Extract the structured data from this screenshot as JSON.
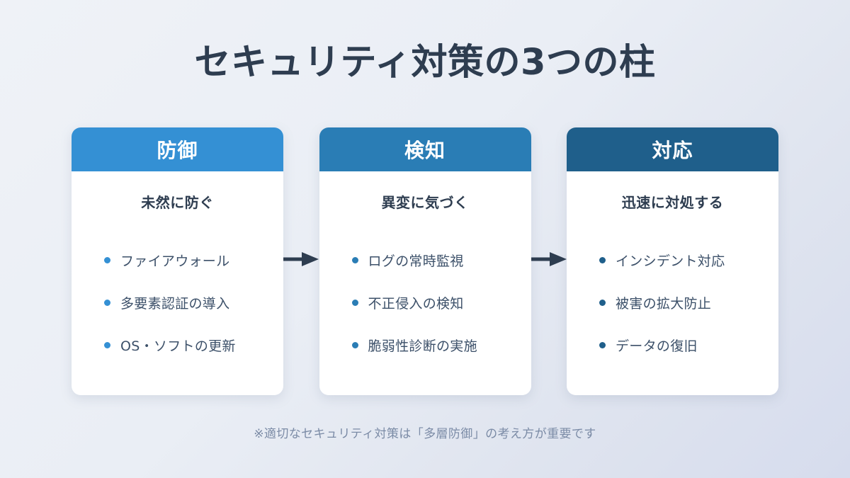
{
  "page_title": "セキュリティ対策の3つの柱",
  "footer_note": "※適切なセキュリティ対策は「多層防御」の考え方が重要です",
  "colors": {
    "background_start": "#eff2f7",
    "background_end": "#d6dced",
    "title_text": "#2e3d50",
    "card_background": "#ffffff",
    "subtitle_text": "#2e3d50",
    "list_text": "#3c5069",
    "footer_text": "#7b8ba6",
    "arrow": "#2e3d50"
  },
  "cards": [
    {
      "header": "防御",
      "header_color": "#3490d4",
      "bullet_color": "#3490d4",
      "subtitle": "未然に防ぐ",
      "items": [
        "ファイアウォール",
        "多要素認証の導入",
        "OS・ソフトの更新"
      ]
    },
    {
      "header": "検知",
      "header_color": "#2a7db5",
      "bullet_color": "#2a7db5",
      "subtitle": "異変に気づく",
      "items": [
        "ログの常時監視",
        "不正侵入の検知",
        "脆弱性診断の実施"
      ]
    },
    {
      "header": "対応",
      "header_color": "#1f5f8b",
      "bullet_color": "#1f5f8b",
      "subtitle": "迅速に対処する",
      "items": [
        "インシデント対応",
        "被害の拡大防止",
        "データの復旧"
      ]
    }
  ],
  "arrows": [
    {
      "name": "arrow-card1-to-card2"
    },
    {
      "name": "arrow-card2-to-card3"
    }
  ]
}
